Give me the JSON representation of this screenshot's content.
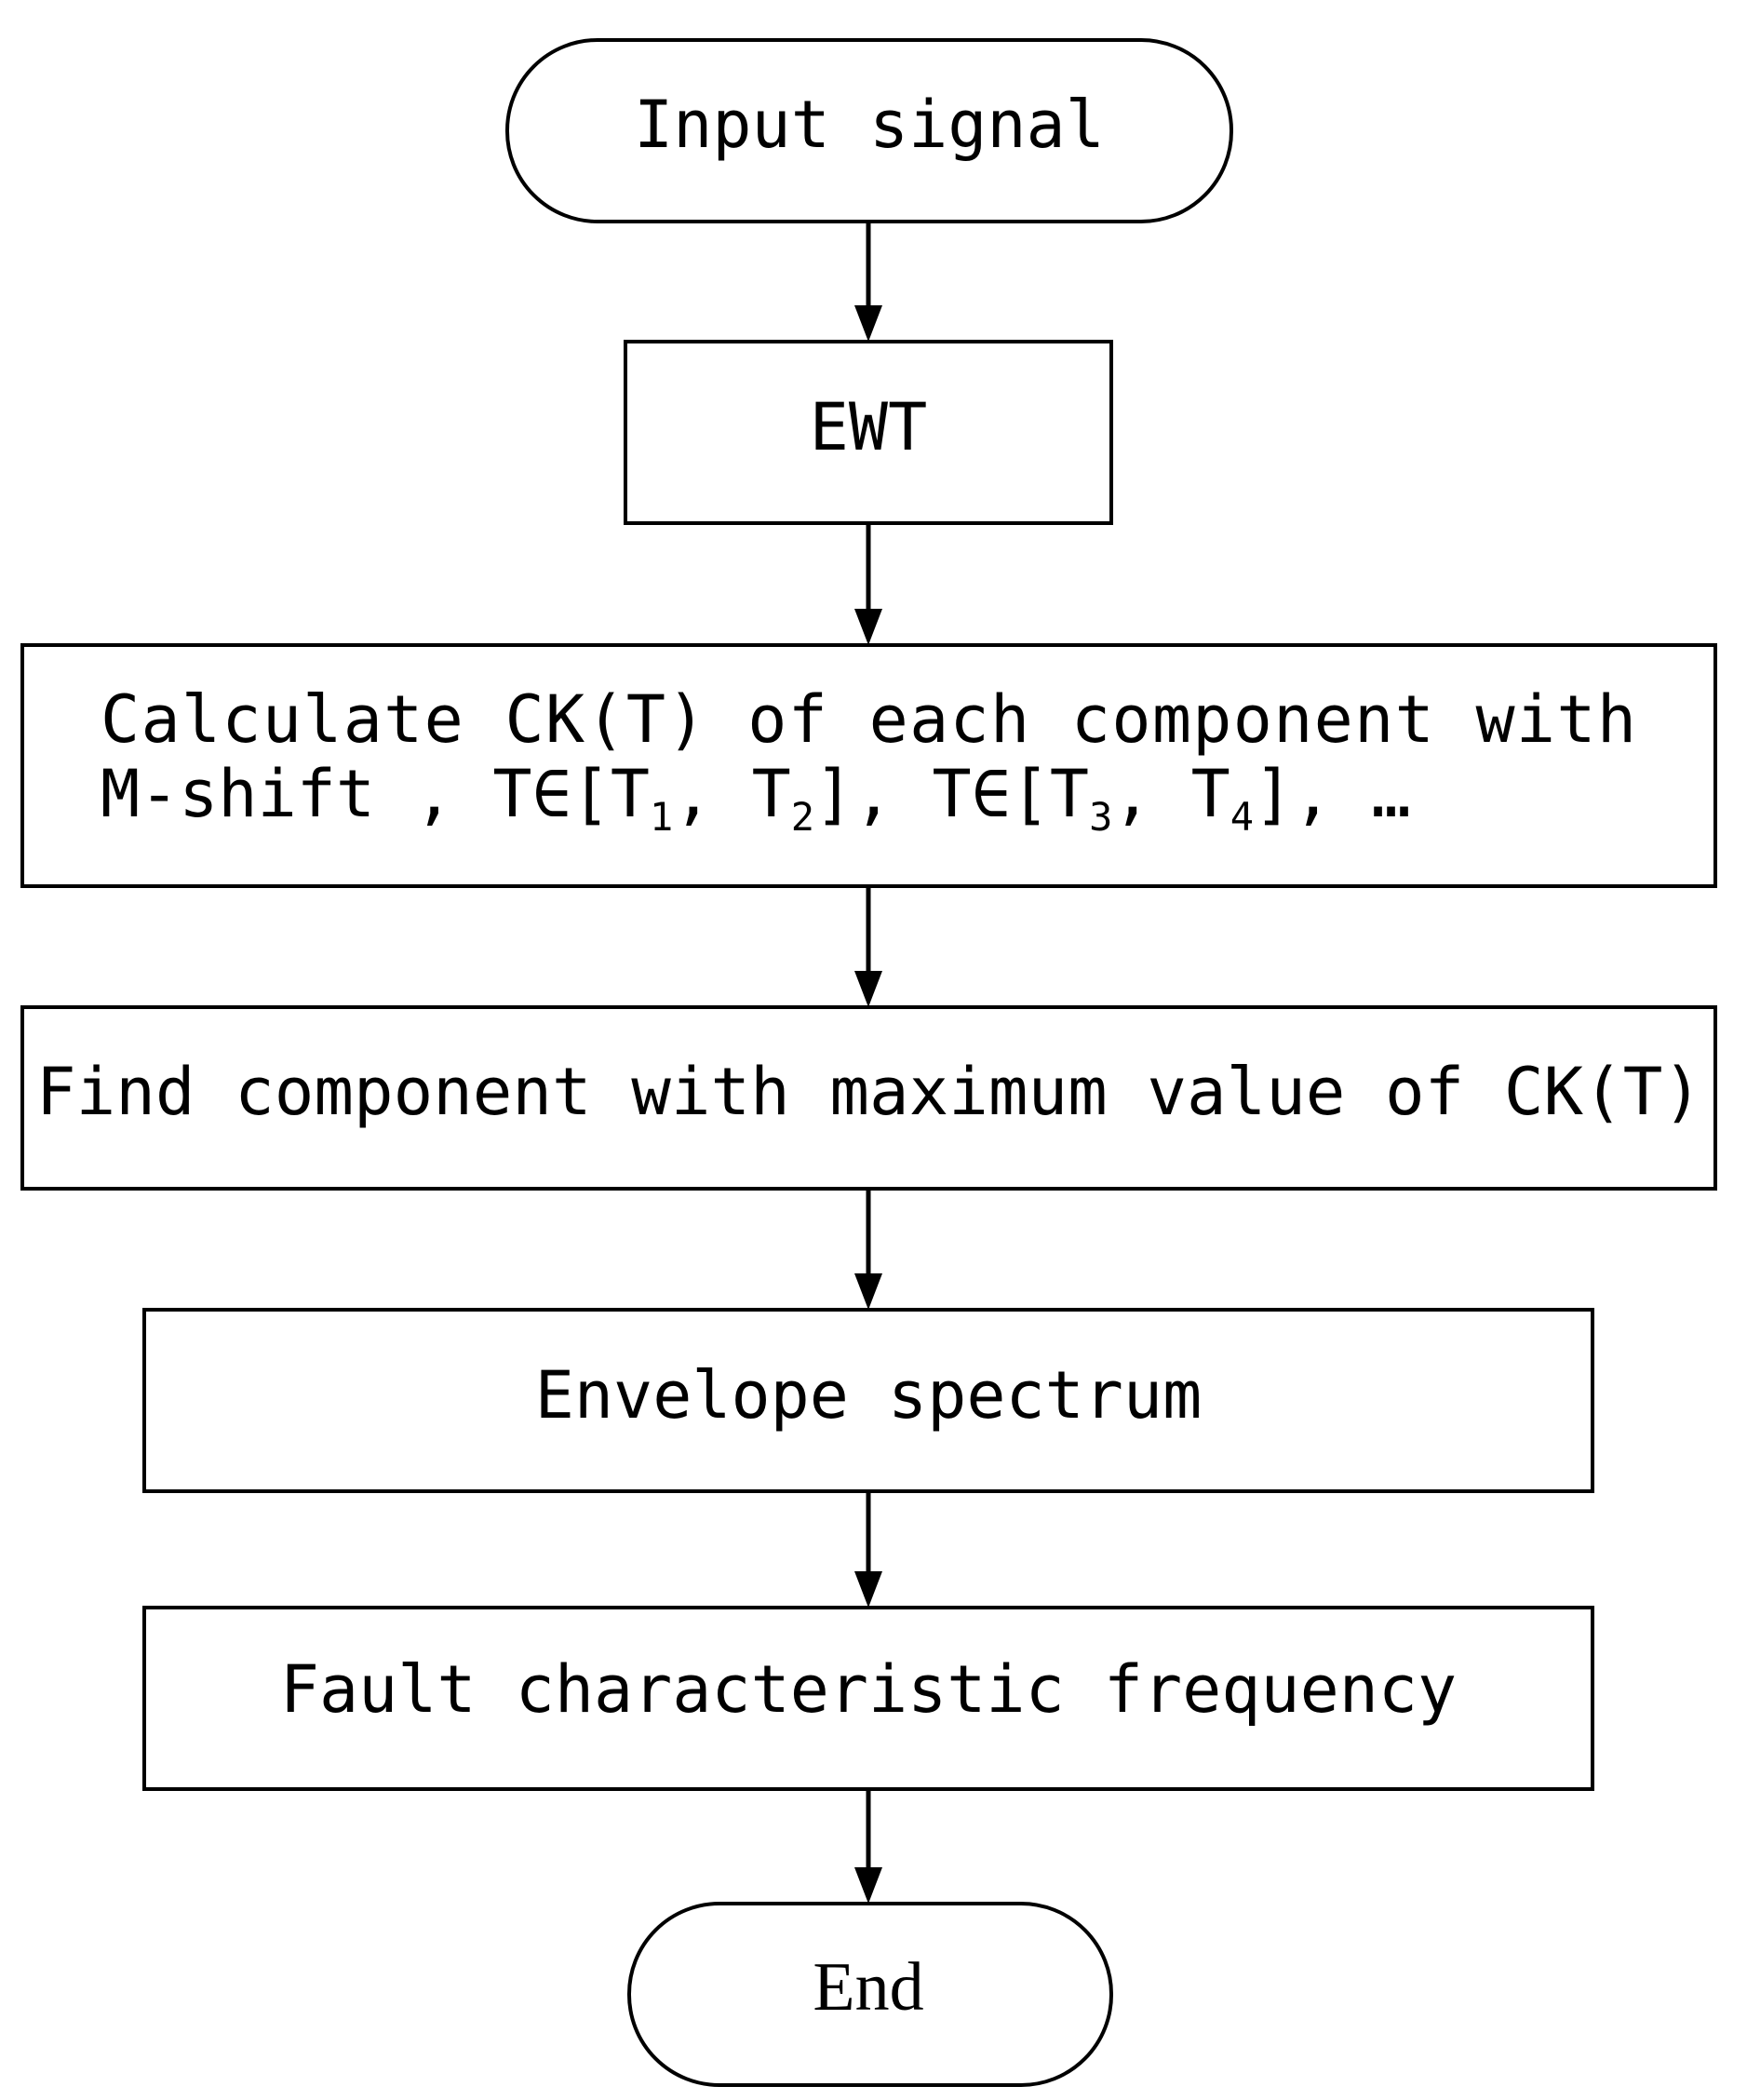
{
  "nodes": {
    "start": {
      "label": "Input signal",
      "shape": "terminator"
    },
    "ewt": {
      "label": "EWT",
      "shape": "process"
    },
    "calc": {
      "line1": "Calculate CK(T) of each component with",
      "line2_prefix": "M-shift , T∈[T",
      "sub1": "1",
      "sep1": ", T",
      "sub2": "2",
      "mid": "], T∈[T",
      "sub3": "3",
      "sep2": ", T",
      "sub4": "4",
      "suffix": "], …",
      "shape": "process"
    },
    "find": {
      "label": "Find component with maximum value of CK(T)",
      "shape": "process"
    },
    "envelope": {
      "label": "Envelope spectrum",
      "shape": "process"
    },
    "fault": {
      "label": "Fault characteristic frequency",
      "shape": "process"
    },
    "end": {
      "label": "End",
      "shape": "terminator"
    }
  },
  "edges": [
    {
      "from": "start",
      "to": "ewt"
    },
    {
      "from": "ewt",
      "to": "calc"
    },
    {
      "from": "calc",
      "to": "find"
    },
    {
      "from": "find",
      "to": "envelope"
    },
    {
      "from": "envelope",
      "to": "fault"
    },
    {
      "from": "fault",
      "to": "end"
    }
  ],
  "colors": {
    "stroke": "#000000",
    "fill": "#ffffff",
    "text": "#000000"
  }
}
